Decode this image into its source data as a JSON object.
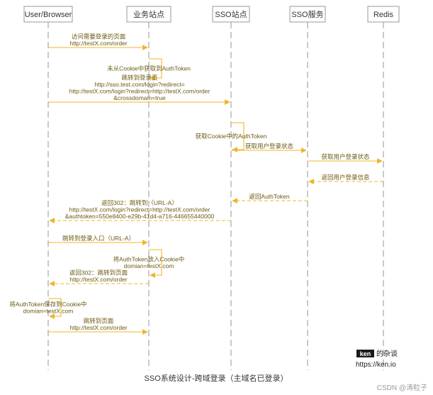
{
  "actors": [
    {
      "label": "User/Browser"
    },
    {
      "label": "业务站点"
    },
    {
      "label": "SSO站点"
    },
    {
      "label": "SSO服务"
    },
    {
      "label": "Redis"
    }
  ],
  "messages": [
    {
      "from": 0,
      "to": 1,
      "style": "solid",
      "lines": [
        "访问需要登录的页面",
        "http://testX.com/order"
      ]
    },
    {
      "from": 1,
      "to": 1,
      "style": "solid",
      "lines": [
        "未从Cookie中获取到AuthToken"
      ]
    },
    {
      "from": 0,
      "to": 2,
      "style": "solid",
      "lines": [
        "跳转到登录页",
        "http://sso.test.com/login?redirect=",
        "http://testX.com/login?redirect=http://testX.com/order",
        "&crossdomain=true"
      ]
    },
    {
      "from": 2,
      "to": 2,
      "style": "solid",
      "lines": [
        "获取Cookie中的AuthToken"
      ]
    },
    {
      "from": 2,
      "to": 3,
      "style": "solid",
      "lines": [
        "获取用户登录状态"
      ]
    },
    {
      "from": 3,
      "to": 4,
      "style": "solid",
      "lines": [
        "获取用户登录状态"
      ]
    },
    {
      "from": 4,
      "to": 3,
      "style": "dashed",
      "lines": [
        "返回用户登录信息"
      ]
    },
    {
      "from": 3,
      "to": 2,
      "style": "dashed",
      "lines": [
        "返回AuthToken"
      ]
    },
    {
      "from": 2,
      "to": 0,
      "style": "dashed",
      "lines": [
        "返回302：跳转到（URL-A）",
        "http://testX.com/login?redirect=http://testX.com/order",
        "&authtoken=550e8400-e29b-41d4-a716-446655440000"
      ]
    },
    {
      "from": 0,
      "to": 1,
      "style": "solid",
      "lines": [
        "跳转到登录入口（URL-A）"
      ]
    },
    {
      "from": 1,
      "to": 1,
      "style": "solid",
      "lines": [
        "将AuthToken放入Cookie中",
        "domian=testX.com"
      ]
    },
    {
      "from": 1,
      "to": 0,
      "style": "dashed",
      "lines": [
        "返回302：跳转到页面",
        "http://testX.com/order"
      ]
    },
    {
      "from": 0,
      "to": 0,
      "style": "solid",
      "lines": [
        "将AuthToken保存到Cookie中",
        "domian=testX.com"
      ]
    },
    {
      "from": 0,
      "to": 1,
      "style": "solid",
      "lines": [
        "跳转到页面",
        "http://testX.com/order"
      ]
    }
  ],
  "caption": "SSO系统设计-跨域登录（主域名已登录）",
  "brand": {
    "badge": "ken",
    "suffix": "的杂谈",
    "url": "https://ken.io"
  },
  "watermark": "CSDN @涛粒子",
  "colors": {
    "arrow": "#f0b429",
    "lifeline": "#bdbdbd",
    "box_border": "#9a9a9a"
  }
}
